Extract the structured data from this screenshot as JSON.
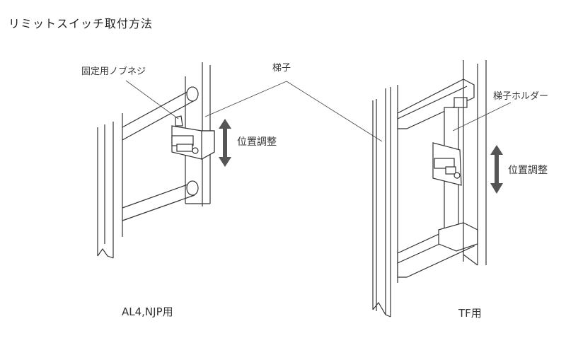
{
  "title": "リミットスイッチ取付方法",
  "left_figure": {
    "caption": "AL4,NJP用",
    "labels": {
      "knob_screw": "固定用ノブネジ",
      "ladder": "梯子",
      "position_adjust": "位置調整"
    }
  },
  "right_figure": {
    "caption": "TF用",
    "labels": {
      "ladder_holder": "梯子ホルダー",
      "position_adjust": "位置調整"
    }
  },
  "colors": {
    "arrow": "#555555",
    "line": "#333333"
  }
}
